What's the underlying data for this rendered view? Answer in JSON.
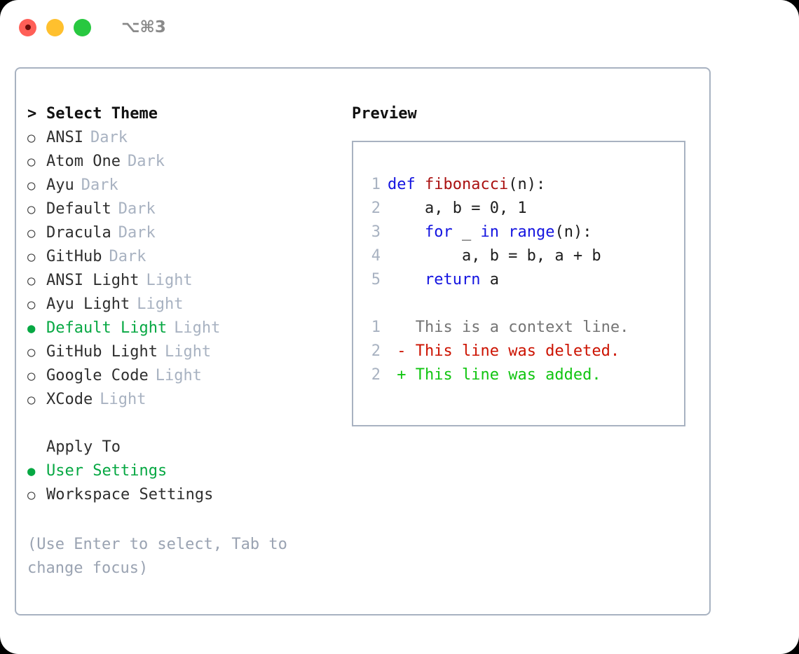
{
  "titlebar": {
    "shortcut": "⌥⌘3",
    "lights": [
      {
        "name": "close",
        "color": "#ff5f57"
      },
      {
        "name": "minimize",
        "color": "#ffc02e"
      },
      {
        "name": "maximize",
        "color": "#28c840"
      }
    ]
  },
  "theme_picker": {
    "header_marker": ">",
    "header": "Select Theme",
    "marker_unselected": "○",
    "marker_selected": "●",
    "items": [
      {
        "name": "ANSI",
        "variant": "Dark",
        "selected": false
      },
      {
        "name": "Atom One",
        "variant": "Dark",
        "selected": false
      },
      {
        "name": "Ayu",
        "variant": "Dark",
        "selected": false
      },
      {
        "name": "Default",
        "variant": "Dark",
        "selected": false
      },
      {
        "name": "Dracula",
        "variant": "Dark",
        "selected": false
      },
      {
        "name": "GitHub",
        "variant": "Dark",
        "selected": false
      },
      {
        "name": "ANSI Light",
        "variant": "Light",
        "selected": false
      },
      {
        "name": "Ayu Light",
        "variant": "Light",
        "selected": false
      },
      {
        "name": "Default Light",
        "variant": "Light",
        "selected": true
      },
      {
        "name": "GitHub Light",
        "variant": "Light",
        "selected": false
      },
      {
        "name": "Google Code",
        "variant": "Light",
        "selected": false
      },
      {
        "name": "XCode",
        "variant": "Light",
        "selected": false
      }
    ]
  },
  "apply_to": {
    "header": "Apply To",
    "items": [
      {
        "name": "User Settings",
        "selected": true
      },
      {
        "name": "Workspace Settings",
        "selected": false
      }
    ]
  },
  "hint": "(Use Enter to select, Tab to change focus)",
  "preview": {
    "title": "Preview",
    "code_lines": [
      {
        "num": "1",
        "tokens": [
          {
            "t": "def ",
            "c": "kw"
          },
          {
            "t": "fibonacci",
            "c": "fn"
          },
          {
            "t": "(n):",
            "c": "pl"
          }
        ]
      },
      {
        "num": "2",
        "tokens": [
          {
            "t": "    a, b = 0, 1",
            "c": "pl"
          }
        ]
      },
      {
        "num": "3",
        "tokens": [
          {
            "t": "    ",
            "c": "pl"
          },
          {
            "t": "for",
            "c": "kw"
          },
          {
            "t": " _ ",
            "c": "pl"
          },
          {
            "t": "in",
            "c": "kw"
          },
          {
            "t": " ",
            "c": "pl"
          },
          {
            "t": "range",
            "c": "kw"
          },
          {
            "t": "(n):",
            "c": "pl"
          }
        ]
      },
      {
        "num": "4",
        "tokens": [
          {
            "t": "        a, b = b, a + b",
            "c": "pl"
          }
        ]
      },
      {
        "num": "5",
        "tokens": [
          {
            "t": "    ",
            "c": "pl"
          },
          {
            "t": "return",
            "c": "kw"
          },
          {
            "t": " a",
            "c": "pl"
          }
        ]
      }
    ],
    "diff_lines": [
      {
        "num": "1",
        "marker": " ",
        "text": "This is a context line.",
        "kind": "ctx"
      },
      {
        "num": "2",
        "marker": "-",
        "text": "This line was deleted.",
        "kind": "del"
      },
      {
        "num": "2",
        "marker": "+",
        "text": "This line was added.",
        "kind": "add"
      }
    ]
  },
  "colors": {
    "selected_green": "#07a843",
    "keyword_blue": "#1414e0",
    "function_red": "#aa1111",
    "diff_delete": "#cc1200",
    "diff_add": "#11c511",
    "muted": "#a8b2c1",
    "border": "#a8b2c1"
  }
}
